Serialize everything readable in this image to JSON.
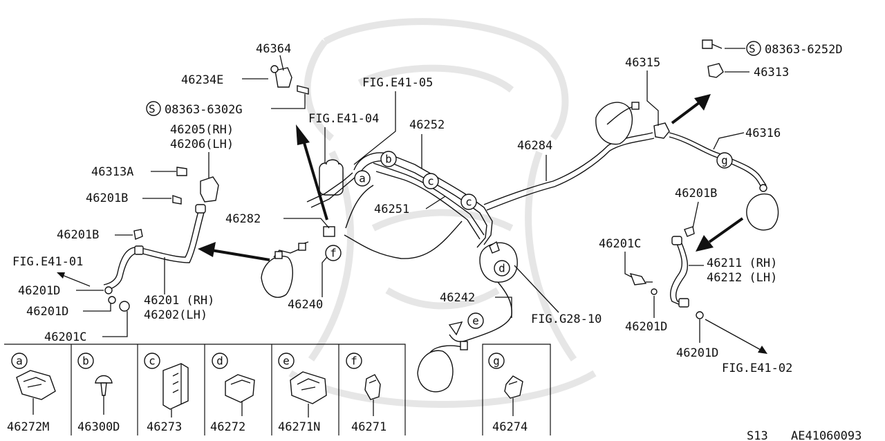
{
  "labels": {
    "p46364": "46364",
    "p46234E": "46234E",
    "s_bolt_a": "08363-6302G",
    "fig_e41_05": "FIG.E41-05",
    "fig_e41_04": "FIG.E41-04",
    "p46252": "46252",
    "p46284": "46284",
    "p46315": "46315",
    "s_bolt_b": "08363-6252D",
    "p46313": "46313",
    "p46316": "46316",
    "p46205": "46205(RH)",
    "p46206": "46206(LH)",
    "p46313A": "46313A",
    "p46201B_a": "46201B",
    "p46282": "46282",
    "p46251": "46251",
    "p46201B_b": "46201B",
    "fig_e41_01": "FIG.E41-01",
    "p46201D_a": "46201D",
    "p46201D_b": "46201D",
    "p46201C_a": "46201C",
    "p46201": "46201 (RH)",
    "p46202": "46202(LH)",
    "p46240": "46240",
    "p46242": "46242",
    "fig_g28_10": "FIG.G28-10",
    "p46201B_c": "46201B",
    "p46201C_b": "46201C",
    "p46211": "46211 (RH)",
    "p46212": "46212 (LH)",
    "p46201D_c": "46201D",
    "p46201D_d": "46201D",
    "fig_e41_02": "FIG.E41-02",
    "s_mark": "S"
  },
  "callouts": [
    "a",
    "b",
    "c",
    "c",
    "d",
    "e",
    "f",
    "g"
  ],
  "legend": [
    {
      "letter": "a",
      "part": "46272M"
    },
    {
      "letter": "b",
      "part": "46300D"
    },
    {
      "letter": "c",
      "part": "46273"
    },
    {
      "letter": "d",
      "part": "46272"
    },
    {
      "letter": "e",
      "part": "46271N"
    },
    {
      "letter": "f",
      "part": "46271"
    },
    {
      "letter": "g",
      "part": "46274"
    }
  ],
  "footer": {
    "left": "S13",
    "right": "AE41060093"
  }
}
